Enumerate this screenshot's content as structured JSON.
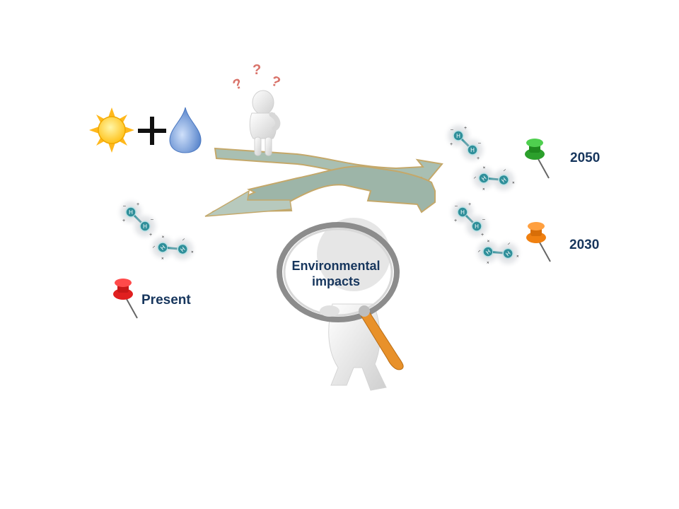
{
  "labels": {
    "present": "Present",
    "year_2030": "2030",
    "year_2050": "2050",
    "focus_line1": "Environmental",
    "focus_line2": "impacts"
  },
  "atom_symbol": "H",
  "question_mark": "?",
  "plus_sign": "+",
  "colors": {
    "text": "#17365d",
    "pin_present": "#e02020",
    "pin_2030": "#f08010",
    "pin_2050": "#2ca02c",
    "sun": "#ffcc22",
    "water": "#6b96d6",
    "arrows": "#9db5a8",
    "arrow_edge": "#c4a86a",
    "atom": "#2f8f9a",
    "magnifier_handle": "#e8912a",
    "question": "#d9736a"
  },
  "icons": [
    "sun-icon",
    "plus-icon",
    "water-drop-icon",
    "thinking-person-icon",
    "crossroad-arrows-icon",
    "hydrogen-molecule-icon",
    "pushpin-icon",
    "magnifier-person-icon"
  ]
}
